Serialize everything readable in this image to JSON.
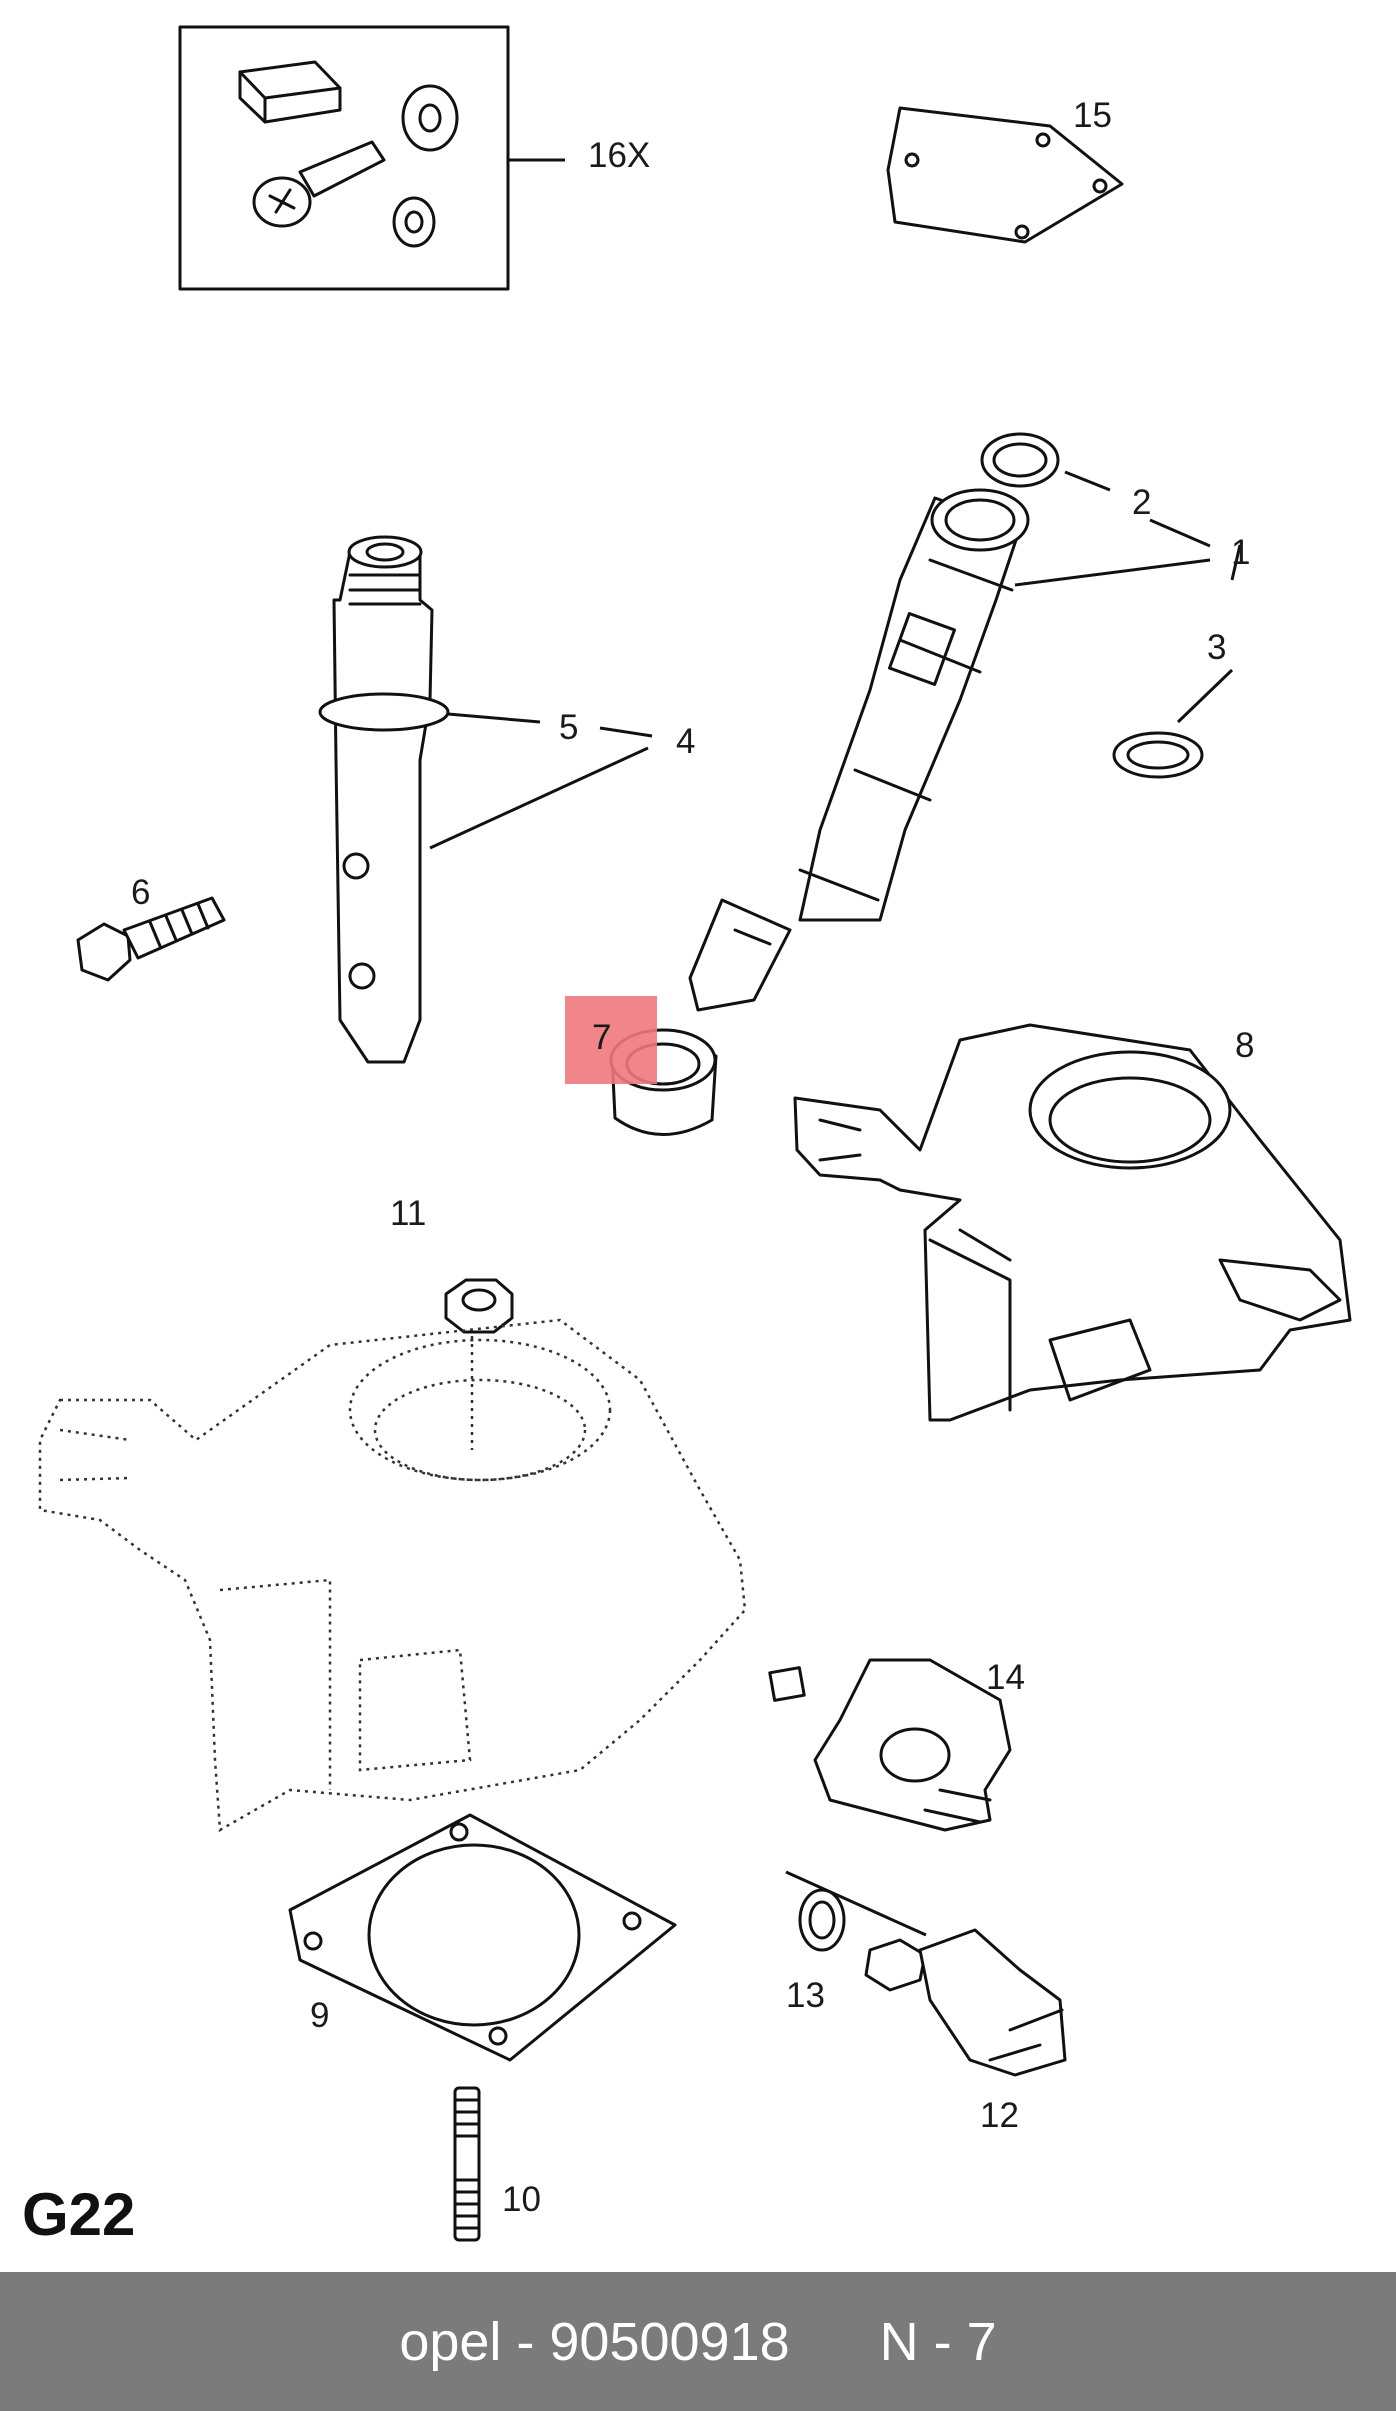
{
  "diagram": {
    "plate_code": "G22",
    "callouts": {
      "p1": "1",
      "p2": "2",
      "p3": "3",
      "p4": "4",
      "p5": "5",
      "p6": "6",
      "p7": "7",
      "p8": "8",
      "p9": "9",
      "p10": "10",
      "p11": "11",
      "p12": "12",
      "p13": "13",
      "p14": "14",
      "p15": "15",
      "p16": "16X"
    },
    "highlighted_part": "7",
    "highlight_color": "#f0787c"
  },
  "footer": {
    "caption": "opel - 90500918      N - 7",
    "background_color": "#7b7b7b"
  }
}
